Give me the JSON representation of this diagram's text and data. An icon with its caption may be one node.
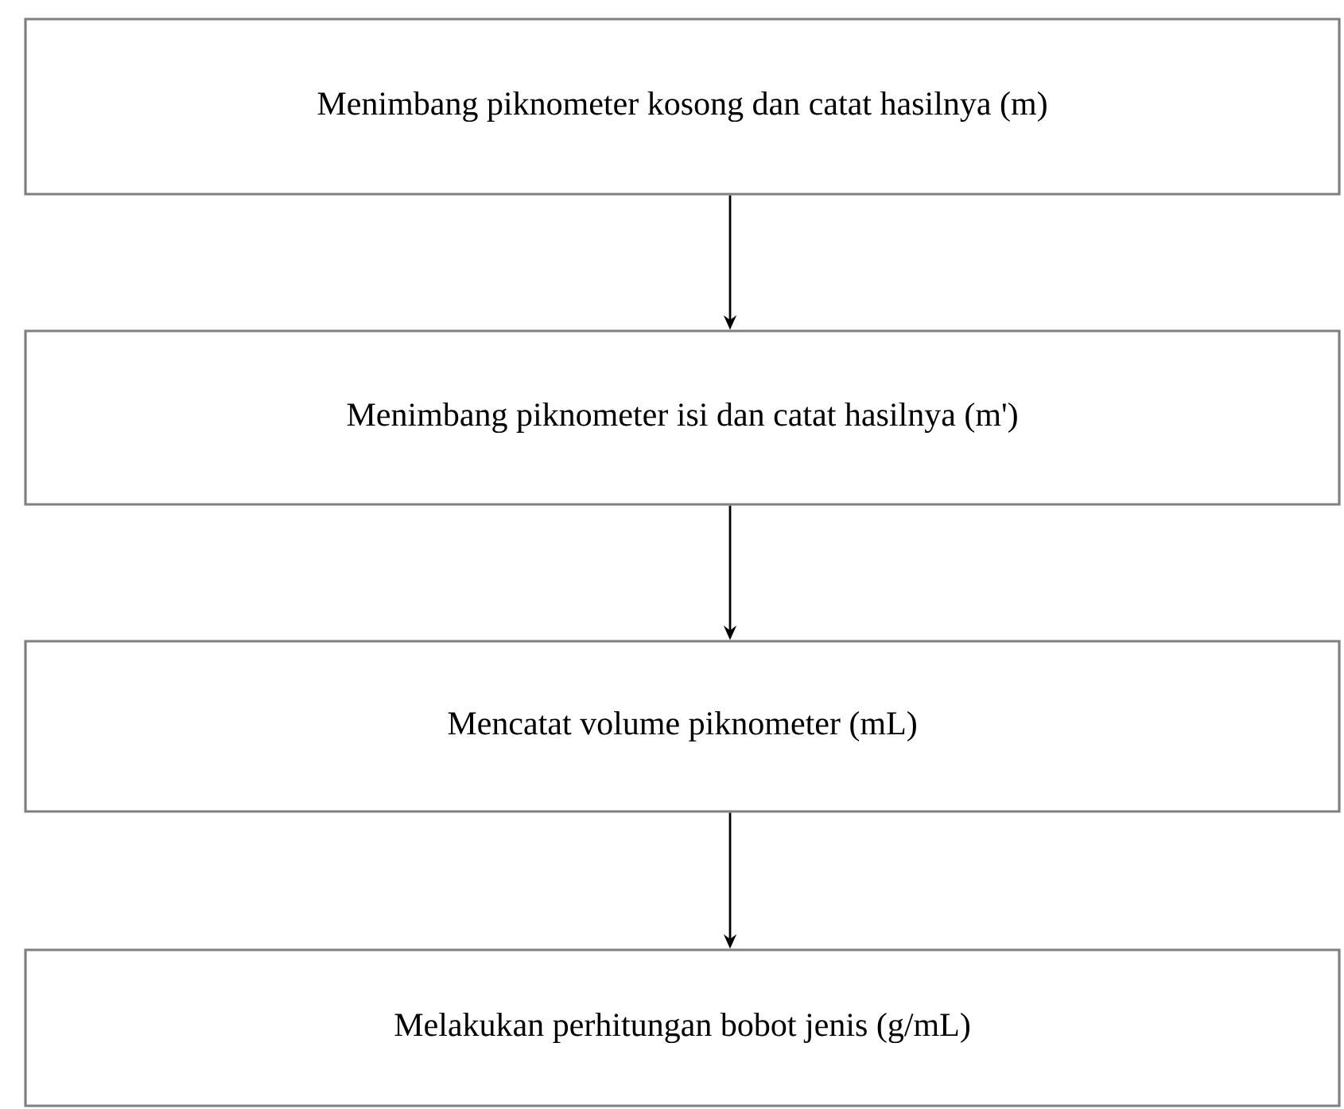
{
  "diagram": {
    "nodes": [
      {
        "text": [
          "Menimbang piknometer kosong dan catat hasilnya (m)"
        ]
      },
      {
        "text": [
          "Menimbang piknometer isi dan catat hasilnya (m')"
        ]
      },
      {
        "text": [
          "Mencatat volume piknometer (mL)"
        ]
      },
      {
        "text": [
          "Melakukan perhitungan bobot jenis (g/mL)"
        ]
      }
    ],
    "edges": [
      {
        "from": 0,
        "to": 1,
        "arrow": "to"
      },
      {
        "from": 1,
        "to": 2,
        "arrow": "to"
      },
      {
        "from": 2,
        "to": 3,
        "arrow": "to"
      }
    ]
  }
}
